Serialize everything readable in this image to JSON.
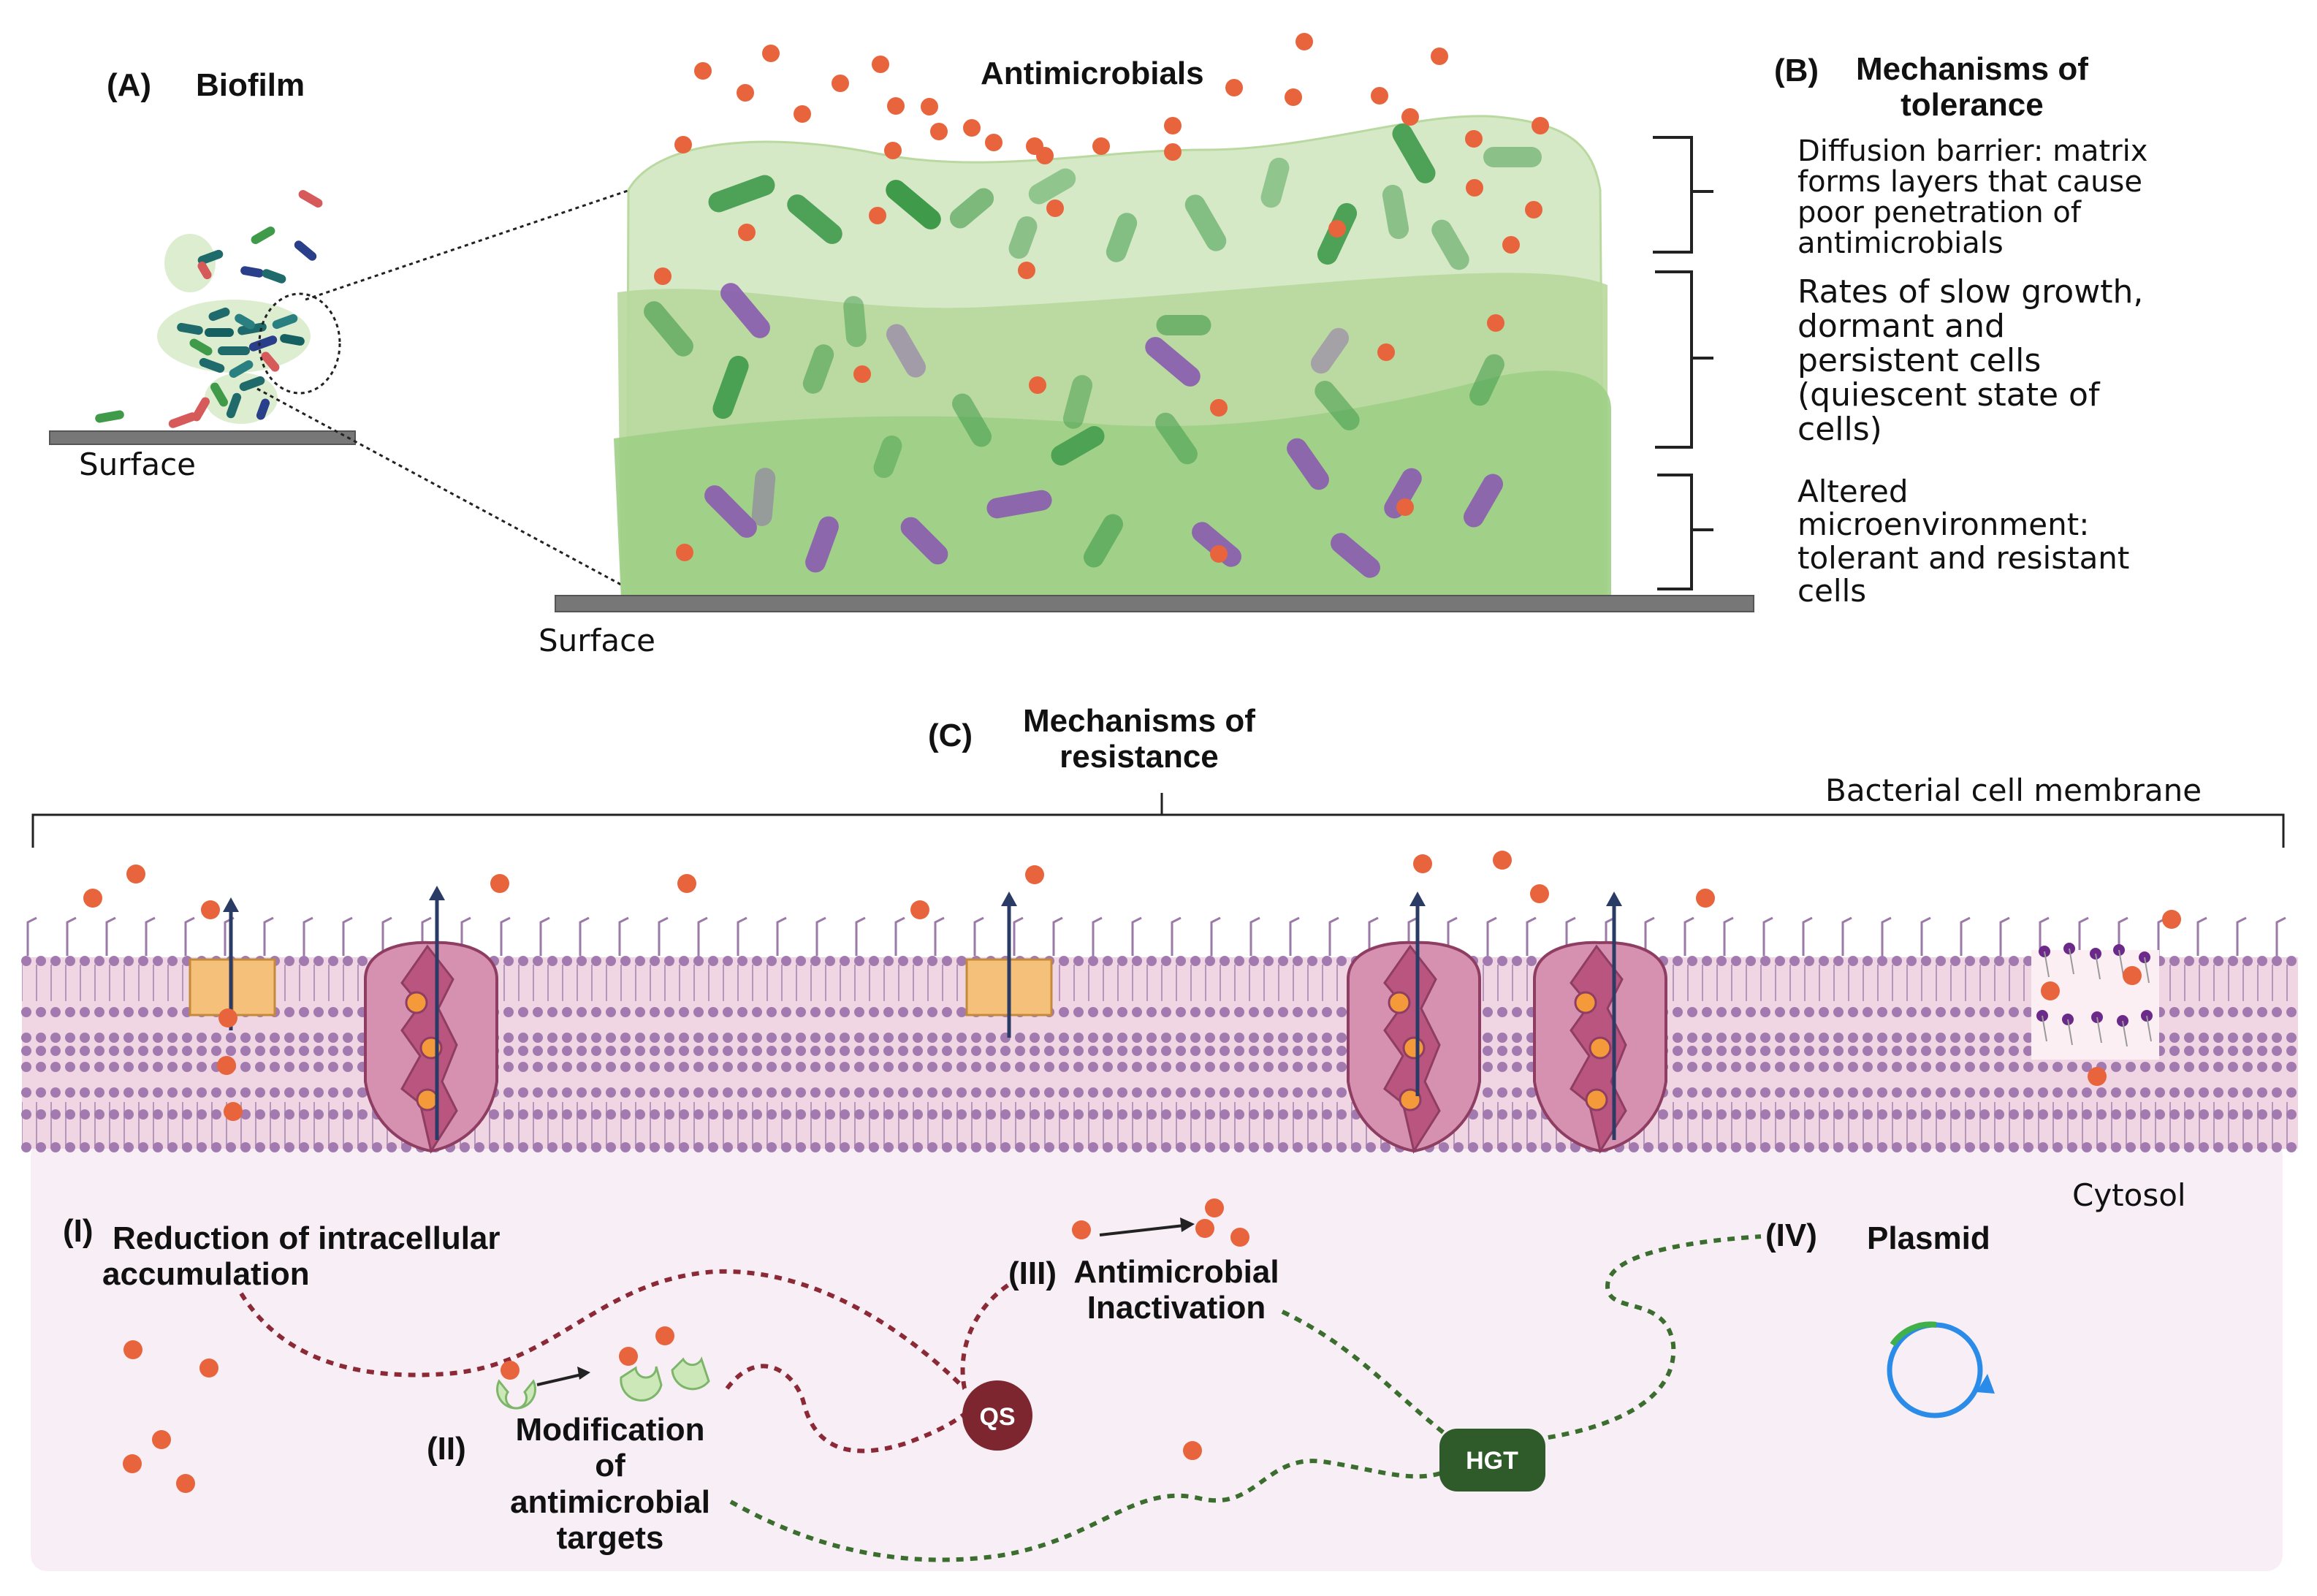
{
  "panel_a": {
    "letter": "(A)",
    "title": "Biofilm",
    "surface_small": "Surface",
    "antimicrobials": "Antimicrobials",
    "surface_large": "Surface"
  },
  "panel_b": {
    "letter": "(B)",
    "title_line1": "Mechanisms of",
    "title_line2": "tolerance",
    "items": [
      {
        "lines": [
          "Diffusion barrier: matrix",
          "forms layers that cause",
          "poor penetration of",
          "antimicrobials"
        ]
      },
      {
        "lines": [
          "Rates of slow growth,",
          "dormant and",
          "persistent cells",
          "(quiescent state of",
          "cells)"
        ]
      },
      {
        "lines": [
          "Altered",
          "microenvironment:",
          "tolerant and resistant",
          "cells"
        ]
      }
    ]
  },
  "panel_c": {
    "letter": "(C)",
    "title_line1": "Mechanisms of",
    "title_line2": "resistance",
    "membrane_label": "Bacterial cell membrane",
    "cytosol_label": "Cytosol",
    "mechanisms": [
      {
        "numeral": "(I)",
        "lines": [
          "Reduction of intracellular",
          "accumulation"
        ]
      },
      {
        "numeral": "(II)",
        "lines": [
          "Modification",
          "of",
          "antimicrobial",
          "targets"
        ]
      },
      {
        "numeral": "(III)",
        "lines": [
          "Antimicrobial",
          "Inactivation"
        ]
      },
      {
        "numeral": "(IV)",
        "lines": [
          "Plasmid"
        ]
      }
    ],
    "qs_label": "QS",
    "hgt_label": "HGT"
  },
  "colors": {
    "antimicrobial": "#e8643c",
    "biofilm_light": "#d5e8c4",
    "biofilm_mid": "#b5d698",
    "biofilm_dark": "#9acd82",
    "rod_green": "#5aa95d",
    "rod_purple": "#9b6dbd",
    "membrane_lipid": "#a786b3",
    "membrane_fill": "#f0d6e3",
    "efflux_pump": "#c2628c",
    "porin": "#f5c07a",
    "qs_node": "#7d2630",
    "hgt_node": "#2f5a2a",
    "qs_path": "#8b2a36",
    "hgt_path": "#3b6e2e",
    "plasmid": "#2b8be8",
    "cytosol_bg": "#f7eff5"
  }
}
